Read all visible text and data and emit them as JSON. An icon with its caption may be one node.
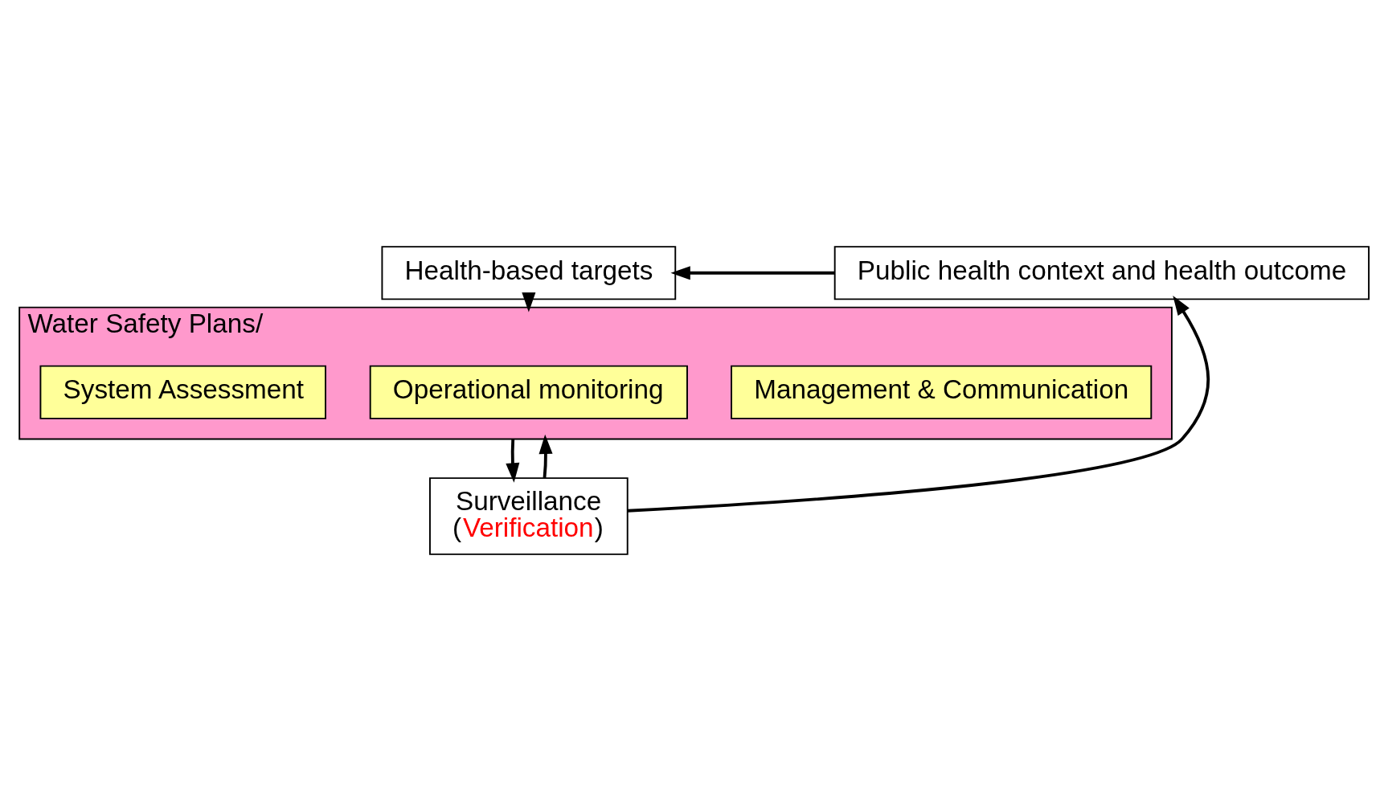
{
  "diagram": {
    "nodes": [
      {
        "text": [
          "Health-based targets"
        ]
      },
      {
        "text": [
          "Public health context and health outcome"
        ]
      },
      {
        "text": [
          "Water Safety Plans/"
        ]
      },
      {
        "text": [
          "System Assessment"
        ],
        "in": 2
      },
      {
        "text": [
          "Operational monitoring"
        ],
        "in": 2
      },
      {
        "text": [
          "Management & Communication"
        ],
        "in": 2
      },
      {
        "text": [
          "Surveillance",
          "(Verification)"
        ]
      }
    ],
    "edges": [
      {
        "from": 1,
        "to": 0,
        "arrow": "to"
      },
      {
        "from": 0,
        "to": 2,
        "arrow": "to"
      },
      {
        "from": 2,
        "to": 6,
        "arrow": "to"
      },
      {
        "from": 6,
        "to": 1,
        "arrow": "to"
      },
      {
        "from": 6,
        "to": 2,
        "arrow": "to"
      }
    ]
  }
}
